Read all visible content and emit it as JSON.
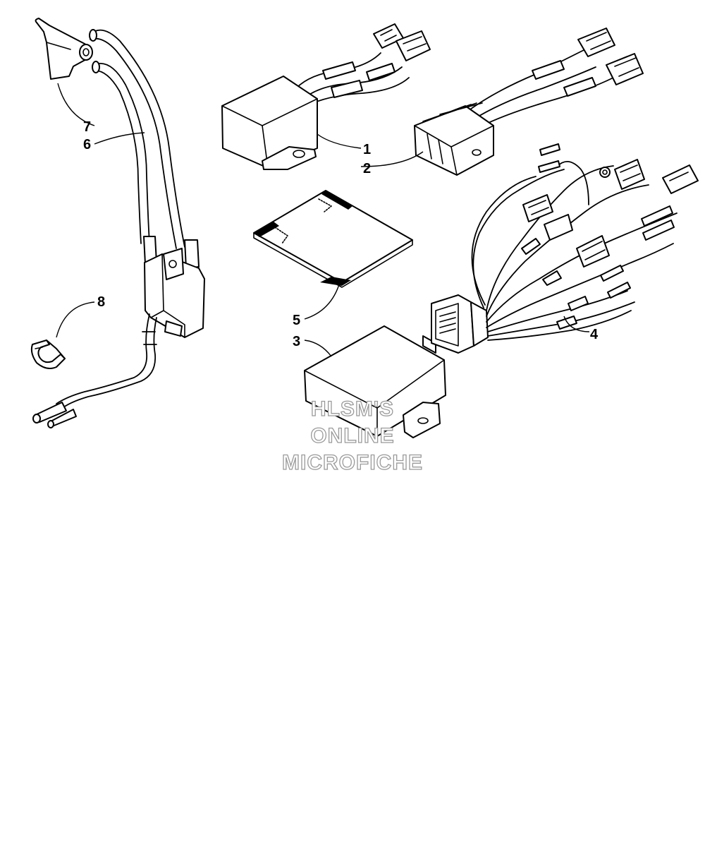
{
  "callouts": [
    {
      "id": "1",
      "label": "1"
    },
    {
      "id": "2",
      "label": "2"
    },
    {
      "id": "3",
      "label": "3"
    },
    {
      "id": "4",
      "label": "4"
    },
    {
      "id": "5",
      "label": "5"
    },
    {
      "id": "6",
      "label": "6"
    },
    {
      "id": "7",
      "label": "7"
    },
    {
      "id": "8",
      "label": "8"
    }
  ],
  "watermark": {
    "line1": "HLSM'S",
    "line2": "ONLINE",
    "line3": "MICROFICHE",
    "stroke_color": "#9a9a9a"
  },
  "colors": {
    "line": "#000000",
    "background": "#ffffff"
  }
}
